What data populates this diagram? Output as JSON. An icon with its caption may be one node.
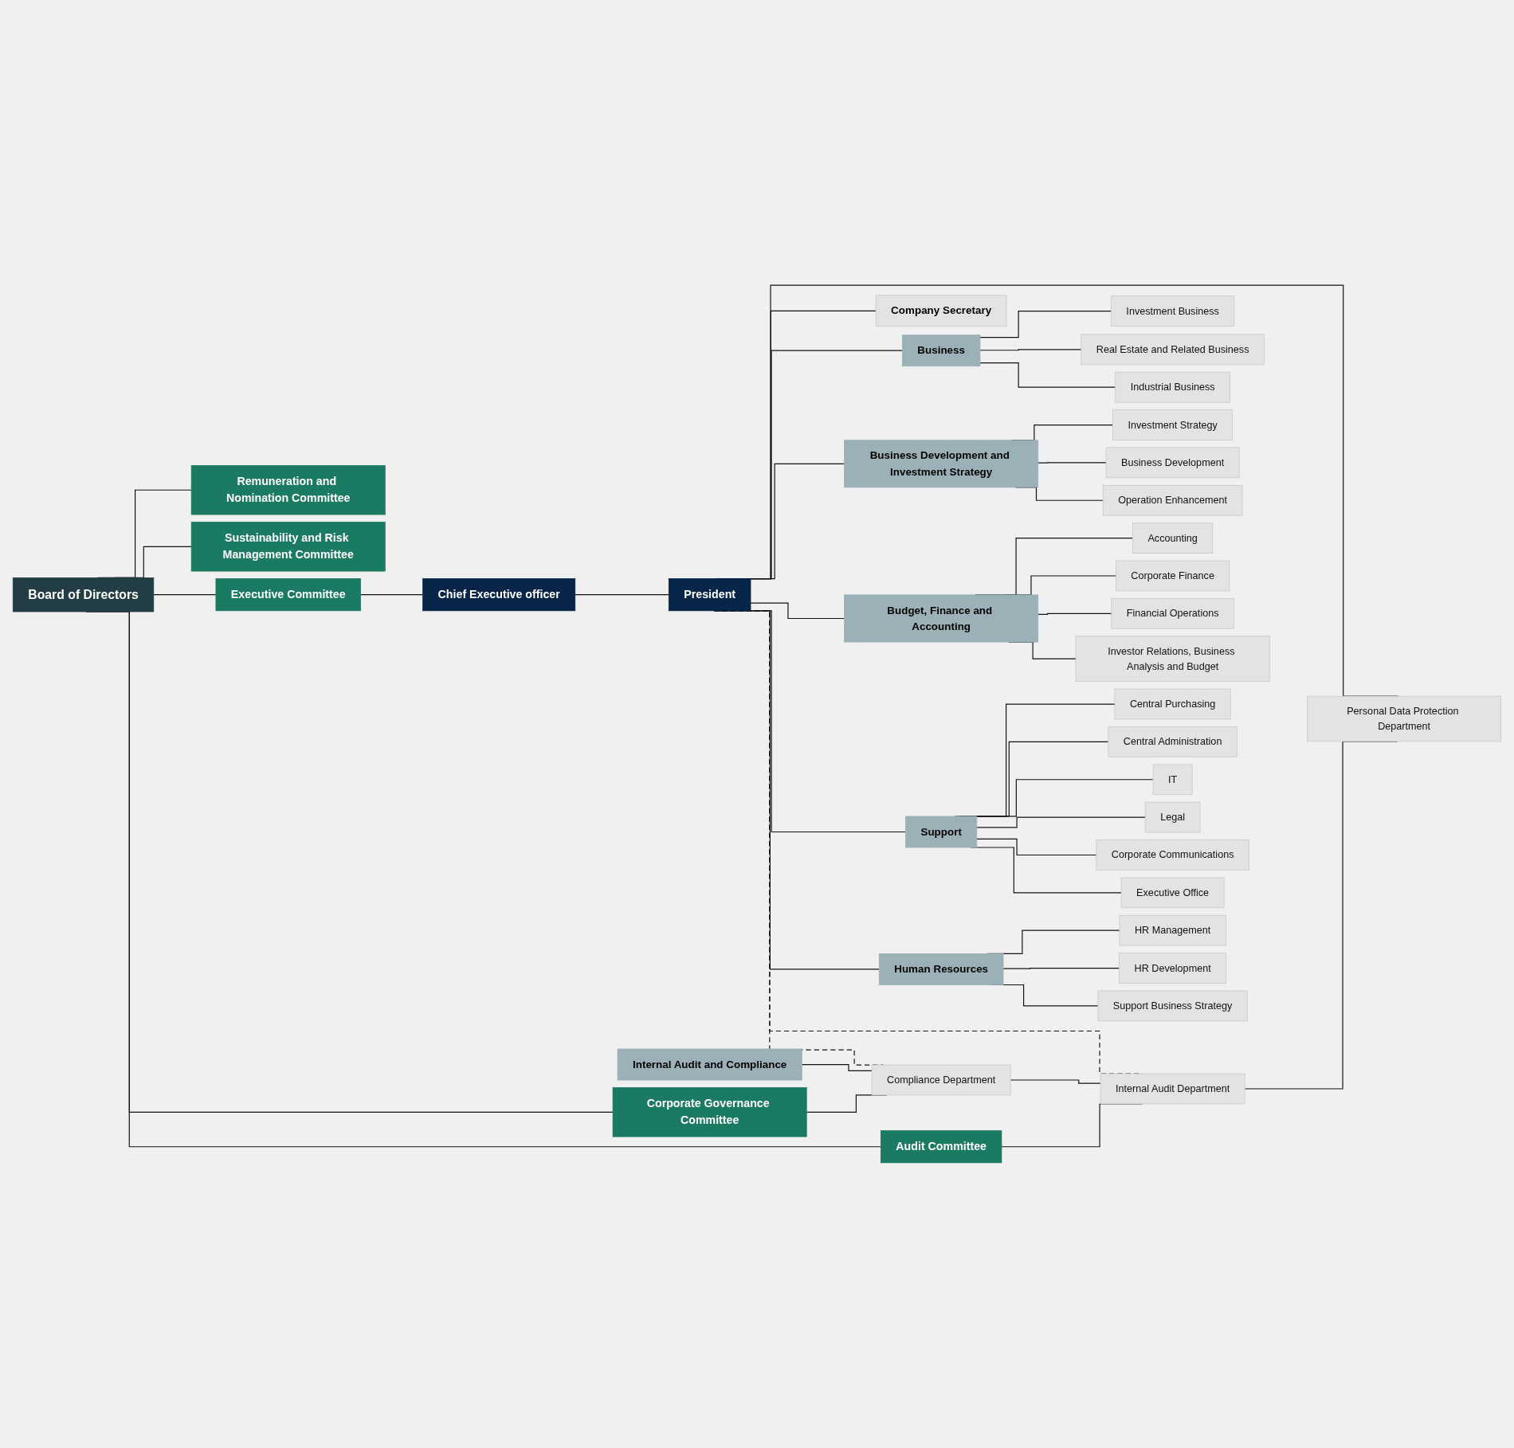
{
  "diagram": {
    "nodes": [
      {
        "text": [
          "Board of Directors"
        ]
      },
      {
        "text": [
          "Remuneration and Nomination Committee"
        ]
      },
      {
        "text": [
          "Sustainability and Risk Management Committee"
        ]
      },
      {
        "text": [
          "Audit Committee"
        ]
      },
      {
        "text": [
          "Corporate Governance Committee"
        ]
      },
      {
        "text": [
          "Executive Committee"
        ]
      },
      {
        "text": [
          "Chief Executive officer"
        ]
      },
      {
        "text": [
          "President"
        ]
      },
      {
        "text": [
          "Internal Audit and Compliance"
        ]
      },
      {
        "text": [
          "Company Secretary"
        ]
      },
      {
        "text": [
          "Compliance Department"
        ]
      },
      {
        "text": [
          "Internal Audit Department"
        ]
      },
      {
        "text": [
          "Personal Data Protection Department"
        ]
      },
      {
        "text": [
          "Business"
        ]
      },
      {
        "text": [
          "Business Development and Investment Strategy"
        ]
      },
      {
        "text": [
          "Budget, Finance and Accounting"
        ]
      },
      {
        "text": [
          "Support"
        ]
      },
      {
        "text": [
          "Human Resources"
        ]
      },
      {
        "text": [
          "Investment Business"
        ]
      },
      {
        "text": [
          "Real Estate and Related Business"
        ]
      },
      {
        "text": [
          "Industrial Business"
        ]
      },
      {
        "text": [
          "Investment Strategy"
        ]
      },
      {
        "text": [
          "Business Development"
        ]
      },
      {
        "text": [
          "Operation Enhancement"
        ]
      },
      {
        "text": [
          "Accounting"
        ]
      },
      {
        "text": [
          "Corporate Finance"
        ]
      },
      {
        "text": [
          "Financial Operations"
        ]
      },
      {
        "text": [
          "Investor Relations, Business Analysis and Budget"
        ]
      },
      {
        "text": [
          "Central Purchasing"
        ]
      },
      {
        "text": [
          "Central Administration"
        ]
      },
      {
        "text": [
          "IT"
        ]
      },
      {
        "text": [
          "Legal"
        ]
      },
      {
        "text": [
          "Corporate Communications"
        ]
      },
      {
        "text": [
          "Executive Office"
        ]
      },
      {
        "text": [
          "HR Management"
        ]
      },
      {
        "text": [
          "HR Development"
        ]
      },
      {
        "text": [
          "Support Business Strategy"
        ]
      }
    ],
    "edges": [
      {
        "from": 0,
        "to": 1,
        "arrow": "none"
      },
      {
        "from": 0,
        "to": 2,
        "arrow": "none"
      },
      {
        "from": 0,
        "to": 3,
        "arrow": "none"
      },
      {
        "from": 0,
        "to": 4,
        "arrow": "none"
      },
      {
        "from": 0,
        "to": 5,
        "arrow": "none"
      },
      {
        "from": 5,
        "to": 6,
        "arrow": "none"
      },
      {
        "from": 6,
        "to": 7,
        "arrow": "none"
      },
      {
        "from": 7,
        "to": 9,
        "arrow": "none"
      },
      {
        "from": 7,
        "to": 10,
        "arrow": "none",
        "style": "dashed"
      },
      {
        "from": 7,
        "to": 11,
        "arrow": "none",
        "style": "dashed"
      },
      {
        "from": 7,
        "to": 12,
        "arrow": "none"
      },
      {
        "from": 8,
        "to": 10,
        "arrow": "none"
      },
      {
        "from": 10,
        "to": 11,
        "arrow": "none"
      },
      {
        "from": 11,
        "to": 12,
        "arrow": "none"
      },
      {
        "from": 4,
        "to": 10,
        "arrow": "none"
      },
      {
        "from": 3,
        "to": 11,
        "arrow": "none"
      },
      {
        "from": 7,
        "to": 13,
        "arrow": "none"
      },
      {
        "from": 7,
        "to": 14,
        "arrow": "none"
      },
      {
        "from": 7,
        "to": 15,
        "arrow": "none"
      },
      {
        "from": 7,
        "to": 16,
        "arrow": "none"
      },
      {
        "from": 7,
        "to": 17,
        "arrow": "none"
      },
      {
        "from": 13,
        "to": 18,
        "arrow": "none"
      },
      {
        "from": 13,
        "to": 19,
        "arrow": "none"
      },
      {
        "from": 13,
        "to": 20,
        "arrow": "none"
      },
      {
        "from": 14,
        "to": 21,
        "arrow": "none"
      },
      {
        "from": 14,
        "to": 22,
        "arrow": "none"
      },
      {
        "from": 14,
        "to": 23,
        "arrow": "none"
      },
      {
        "from": 15,
        "to": 24,
        "arrow": "none"
      },
      {
        "from": 15,
        "to": 25,
        "arrow": "none"
      },
      {
        "from": 15,
        "to": 26,
        "arrow": "none"
      },
      {
        "from": 15,
        "to": 27,
        "arrow": "none"
      },
      {
        "from": 16,
        "to": 28,
        "arrow": "none"
      },
      {
        "from": 16,
        "to": 29,
        "arrow": "none"
      },
      {
        "from": 16,
        "to": 30,
        "arrow": "none"
      },
      {
        "from": 16,
        "to": 31,
        "arrow": "none"
      },
      {
        "from": 16,
        "to": 32,
        "arrow": "none"
      },
      {
        "from": 16,
        "to": 33,
        "arrow": "none"
      },
      {
        "from": 17,
        "to": 34,
        "arrow": "none"
      },
      {
        "from": 17,
        "to": 35,
        "arrow": "none"
      },
      {
        "from": 17,
        "to": 36,
        "arrow": "none"
      }
    ]
  }
}
